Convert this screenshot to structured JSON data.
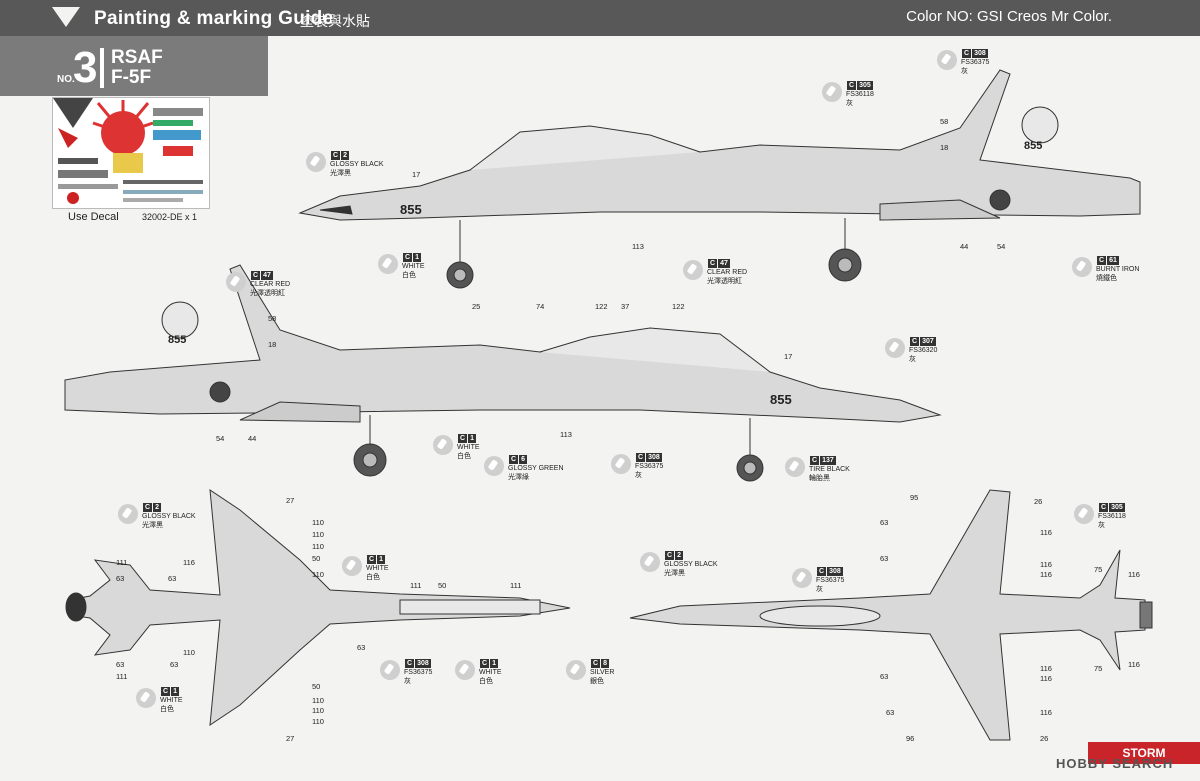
{
  "header": {
    "title": "Painting & marking Guide",
    "title_cn": "塗裝與水貼",
    "color_ref": "Color NO: GSI Creos Mr Color."
  },
  "badge": {
    "no": "NO.",
    "number": "3",
    "line1": "RSAF",
    "line2": "F-5F"
  },
  "decal": {
    "caption": "Use Decal",
    "code": "32002-DE x 1"
  },
  "callouts": {
    "c2_top": {
      "code": "C",
      "num": "2",
      "en": "GLOSSY BLACK",
      "cn": "光澤黑"
    },
    "c1_top": {
      "code": "C",
      "num": "1",
      "en": "WHITE",
      "cn": "白色"
    },
    "c47_top": {
      "code": "C",
      "num": "47",
      "en": "CLEAR RED",
      "cn": "光澤透明紅"
    },
    "c305_top": {
      "code": "C",
      "num": "305",
      "en": "FS36118",
      "cn": "灰"
    },
    "c308_top": {
      "code": "C",
      "num": "308",
      "en": "FS36375",
      "cn": "灰"
    },
    "c61": {
      "code": "C",
      "num": "61",
      "en": "BURNT IRON",
      "cn": "燒鐵色"
    },
    "c47_mid": {
      "code": "C",
      "num": "47",
      "en": "CLEAR RED",
      "cn": "光澤透明紅"
    },
    "c307": {
      "code": "C",
      "num": "307",
      "en": "FS36320",
      "cn": "灰"
    },
    "c1_mid": {
      "code": "C",
      "num": "1",
      "en": "WHITE",
      "cn": "白色"
    },
    "c6": {
      "code": "C",
      "num": "6",
      "en": "GLOSSY GREEN",
      "cn": "光澤綠"
    },
    "c308_mid": {
      "code": "C",
      "num": "308",
      "en": "FS36375",
      "cn": "灰"
    },
    "c137": {
      "code": "C",
      "num": "137",
      "en": "TIRE BLACK",
      "cn": "輪胎黑"
    },
    "c2_bl": {
      "code": "C",
      "num": "2",
      "en": "GLOSSY BLACK",
      "cn": "光澤黑"
    },
    "c1_bl": {
      "code": "C",
      "num": "1",
      "en": "WHITE",
      "cn": "白色"
    },
    "c1_bl2": {
      "code": "C",
      "num": "1",
      "en": "WHITE",
      "cn": "白色"
    },
    "c308_bot": {
      "code": "C",
      "num": "308",
      "en": "FS36375",
      "cn": "灰"
    },
    "c1_bot": {
      "code": "C",
      "num": "1",
      "en": "WHITE",
      "cn": "白色"
    },
    "c8": {
      "code": "C",
      "num": "8",
      "en": "SILVER",
      "cn": "銀色"
    },
    "c2_br": {
      "code": "C",
      "num": "2",
      "en": "GLOSSY BLACK",
      "cn": "光澤黑"
    },
    "c308_br": {
      "code": "C",
      "num": "308",
      "en": "FS36375",
      "cn": "灰"
    },
    "c305_br": {
      "code": "C",
      "num": "305",
      "en": "FS36118",
      "cn": "灰"
    }
  },
  "markings": {
    "tail_number": "855",
    "nose_number": "855"
  },
  "numbers": {
    "n17a": "17",
    "n58a": "58",
    "n18a": "18",
    "n113a": "113",
    "n44a": "44",
    "n54a": "54",
    "n25": "25",
    "n74": "74",
    "n122a": "122",
    "n37": "37",
    "n122b": "122",
    "n17b": "17",
    "n58b": "58",
    "n18b": "18",
    "n54b": "54",
    "n44b": "44",
    "n113b": "113",
    "n27a": "27",
    "n110a": "110",
    "n110b": "110",
    "n110c": "110",
    "n110d": "110",
    "n50a": "50",
    "n111a": "111",
    "n63a": "63",
    "n116a": "116",
    "n63b": "63",
    "n111b": "111",
    "n50b": "50",
    "n111c": "111",
    "n63c": "63",
    "n110e": "110",
    "n63d": "63",
    "n63e": "63",
    "n111d": "111",
    "n50c": "50",
    "n110f": "110",
    "n110g": "110",
    "n110h": "110",
    "n27b": "27",
    "n95": "95",
    "n26a": "26",
    "n63f": "63",
    "n116b": "116",
    "n63g": "63",
    "n116c": "116",
    "n116d": "116",
    "n75a": "75",
    "n116e": "116",
    "n116f": "116",
    "n116g": "116",
    "n75b": "75",
    "n116h": "116",
    "n63h": "63",
    "n63i": "63",
    "n116i": "116",
    "n96": "96",
    "n26b": "26"
  },
  "watermark": {
    "site": "HOBBY SEARCH",
    "brand": "STORM"
  }
}
